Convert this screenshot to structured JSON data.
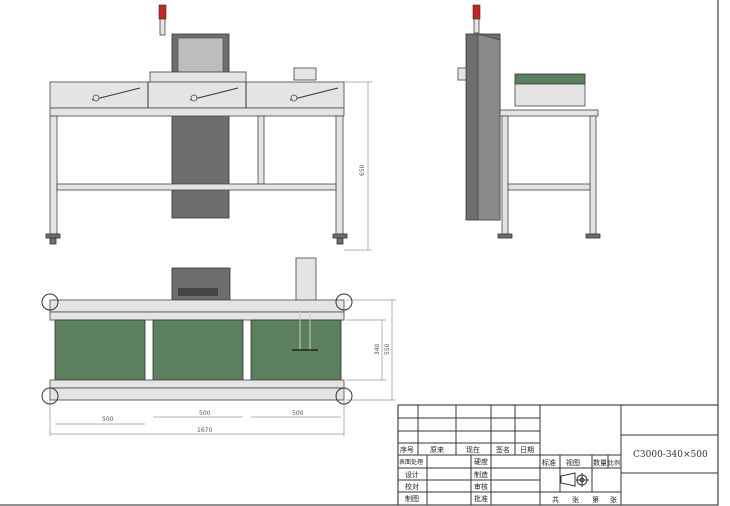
{
  "dimensions": {
    "height_650": "650",
    "width_550": "550",
    "belt_340": "340",
    "seg1": "500",
    "seg2": "500",
    "seg3": "500",
    "total": "1670"
  },
  "title_block": {
    "model": "C3000-340×500",
    "rev_headers": [
      "序号",
      "原来",
      "现在",
      "签名",
      "日期"
    ],
    "left_labels": [
      "表面处理",
      "设计",
      "校对",
      "制图"
    ],
    "mid_labels": [
      "硬度",
      "制造",
      "审核",
      "批准"
    ],
    "std_labels": [
      "标准",
      "视图",
      "数量",
      "比例"
    ],
    "sheet_labels": [
      "共",
      "张",
      "第",
      "张"
    ]
  },
  "colors": {
    "belt": "#5c7f5e",
    "frame": "#e4e4e4",
    "tower": "#6e6e6e",
    "signal": "#cc2222"
  }
}
